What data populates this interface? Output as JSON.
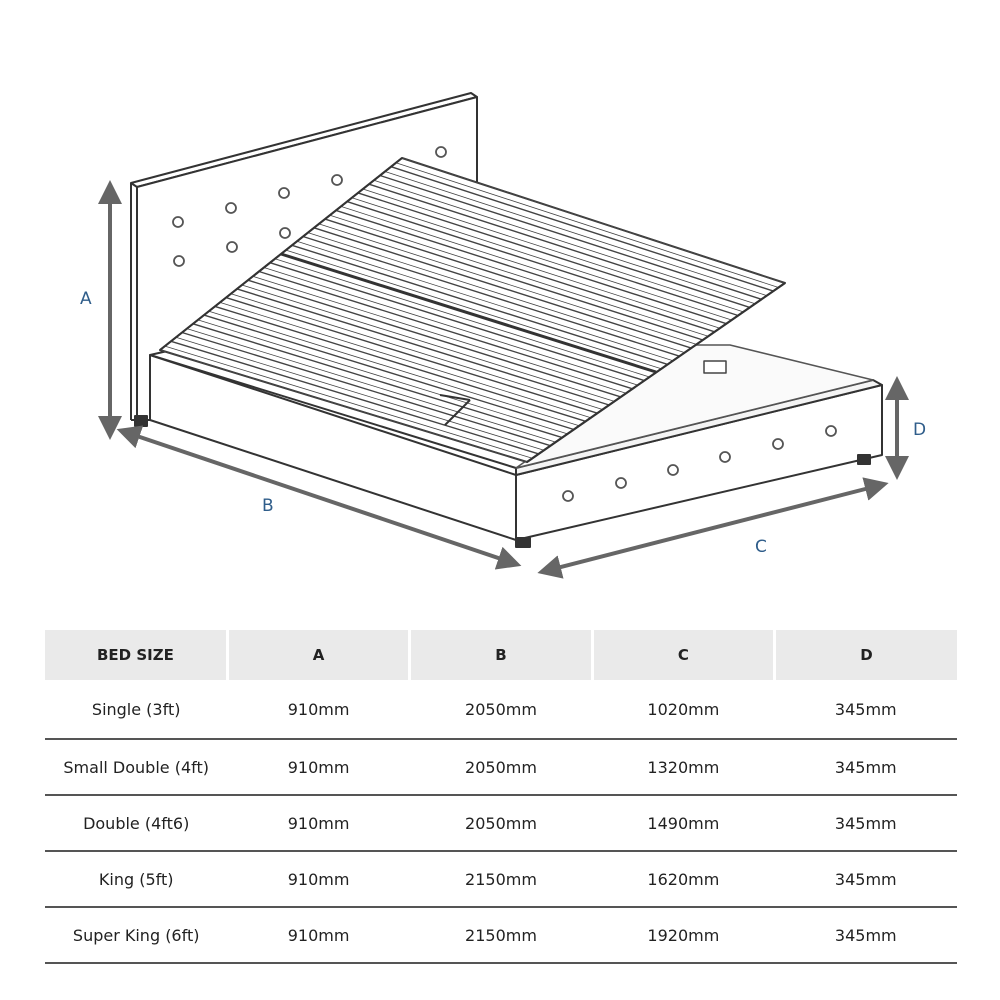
{
  "diagram": {
    "dimension_labels": {
      "a": "A",
      "b": "B",
      "c": "C",
      "d": "D"
    }
  },
  "table": {
    "headers": [
      "BED SIZE",
      "A",
      "B",
      "C",
      "D"
    ],
    "rows": [
      [
        "Single (3ft)",
        "910mm",
        "2050mm",
        "1020mm",
        "345mm"
      ],
      [
        "Small Double (4ft)",
        "910mm",
        "2050mm",
        "1320mm",
        "345mm"
      ],
      [
        "Double (4ft6)",
        "910mm",
        "2050mm",
        "1490mm",
        "345mm"
      ],
      [
        "King (5ft)",
        "910mm",
        "2150mm",
        "1620mm",
        "345mm"
      ],
      [
        "Super King (6ft)",
        "910mm",
        "2150mm",
        "1920mm",
        "345mm"
      ]
    ]
  },
  "colors": {
    "label": "#2f5d8a",
    "line": "#333333",
    "header_bg": "#eaeaea"
  }
}
